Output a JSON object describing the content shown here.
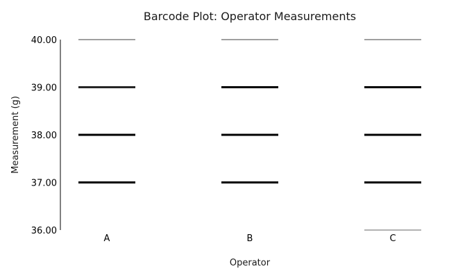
{
  "chart_data": {
    "type": "barcode",
    "title": "Barcode Plot: Operator Measurements",
    "xlabel": "Operator",
    "ylabel": "Measurement (g)",
    "ylim": [
      36.0,
      40.0
    ],
    "yticks": [
      "36.00",
      "37.00",
      "38.00",
      "39.00",
      "40.00"
    ],
    "categories": [
      "A",
      "B",
      "C"
    ],
    "series": [
      {
        "category": "A",
        "values": [
          37.0,
          38.0,
          39.0,
          40.0
        ],
        "weights": [
          1.0,
          1.0,
          0.85,
          0.5
        ]
      },
      {
        "category": "B",
        "values": [
          37.0,
          38.0,
          39.0,
          40.0
        ],
        "weights": [
          1.0,
          1.0,
          1.0,
          0.5
        ]
      },
      {
        "category": "C",
        "values": [
          36.0,
          37.0,
          38.0,
          39.0,
          40.0
        ],
        "weights": [
          0.4,
          1.0,
          1.0,
          1.0,
          0.5
        ]
      }
    ],
    "line_color": "#000000",
    "grid": false
  }
}
